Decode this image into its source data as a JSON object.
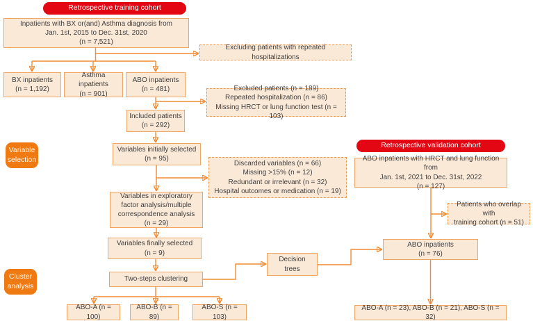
{
  "colors": {
    "red_badge": "#e30613",
    "orange_badge": "#ef7a12",
    "box_fill": "#fbe9d8",
    "box_border": "#f2a463",
    "dashed_border": "#f0994d",
    "arrow": "#f28b33",
    "text": "#3f3f3f"
  },
  "badges": {
    "training_cohort": "Retrospective training cohort",
    "validation_cohort": "Retrospective validation cohort",
    "variable_selection": "Variable\nselection",
    "cluster_analysis": "Cluster\nanalysis"
  },
  "nodes": {
    "inpatients_2015_2020": "Inpatients with BX or(and) Asthma diagnosis from\nJan. 1st, 2015 to Dec. 31st, 2020\n(n = 7,521)",
    "excluding_repeated": "Excluding patients with repeated hospitalizations",
    "bx_inpatients": "BX inpatients\n(n = 1,192)",
    "asthma_inpatients": "Asthma inpatients\n(n = 901)",
    "abo_inpatients": "ABO inpatients\n(n = 481)",
    "excluded_patients": "Excluded patients (n = 189)\nRepeated hospitalization (n = 86)\nMissing HRCT or lung function test (n = 103)",
    "included_patients": "Included patients\n(n = 292)",
    "variables_initially_selected": "Variables initially selected\n(n = 95)",
    "discarded_variables": "Discarded variables (n = 66)\nMissing >15% (n = 12)\nRedundant or irrelevant (n = 32)\nHospital outcomes or medication (n = 19)",
    "variables_efa": "Variables in exploratory\nfactor analysis/multiple\ncorrespondence analysis\n(n = 29)",
    "variables_finally_selected": "Variables finally selected\n(n = 9)",
    "two_steps_clustering": "Two-steps clustering",
    "decision_trees": "Decision\ntrees",
    "abo_a": "ABO-A (n = 100)",
    "abo_b": "ABO-B (n = 89)",
    "abo_s": "ABO-S (n = 103)",
    "validation_inpatients": "ABO inpatients with HRCT and lung function from\nJan. 1st, 2021 to Dec. 31st, 2022\n(n = 127)",
    "overlap_patients": "Patients who overlap with\ntraining cohort (n = 51)",
    "abo_inpatients_76": "ABO inpatients\n(n = 76)",
    "validation_clusters": "ABO-A (n = 23), ABO-B (n = 21), ABO-S (n = 32)"
  }
}
